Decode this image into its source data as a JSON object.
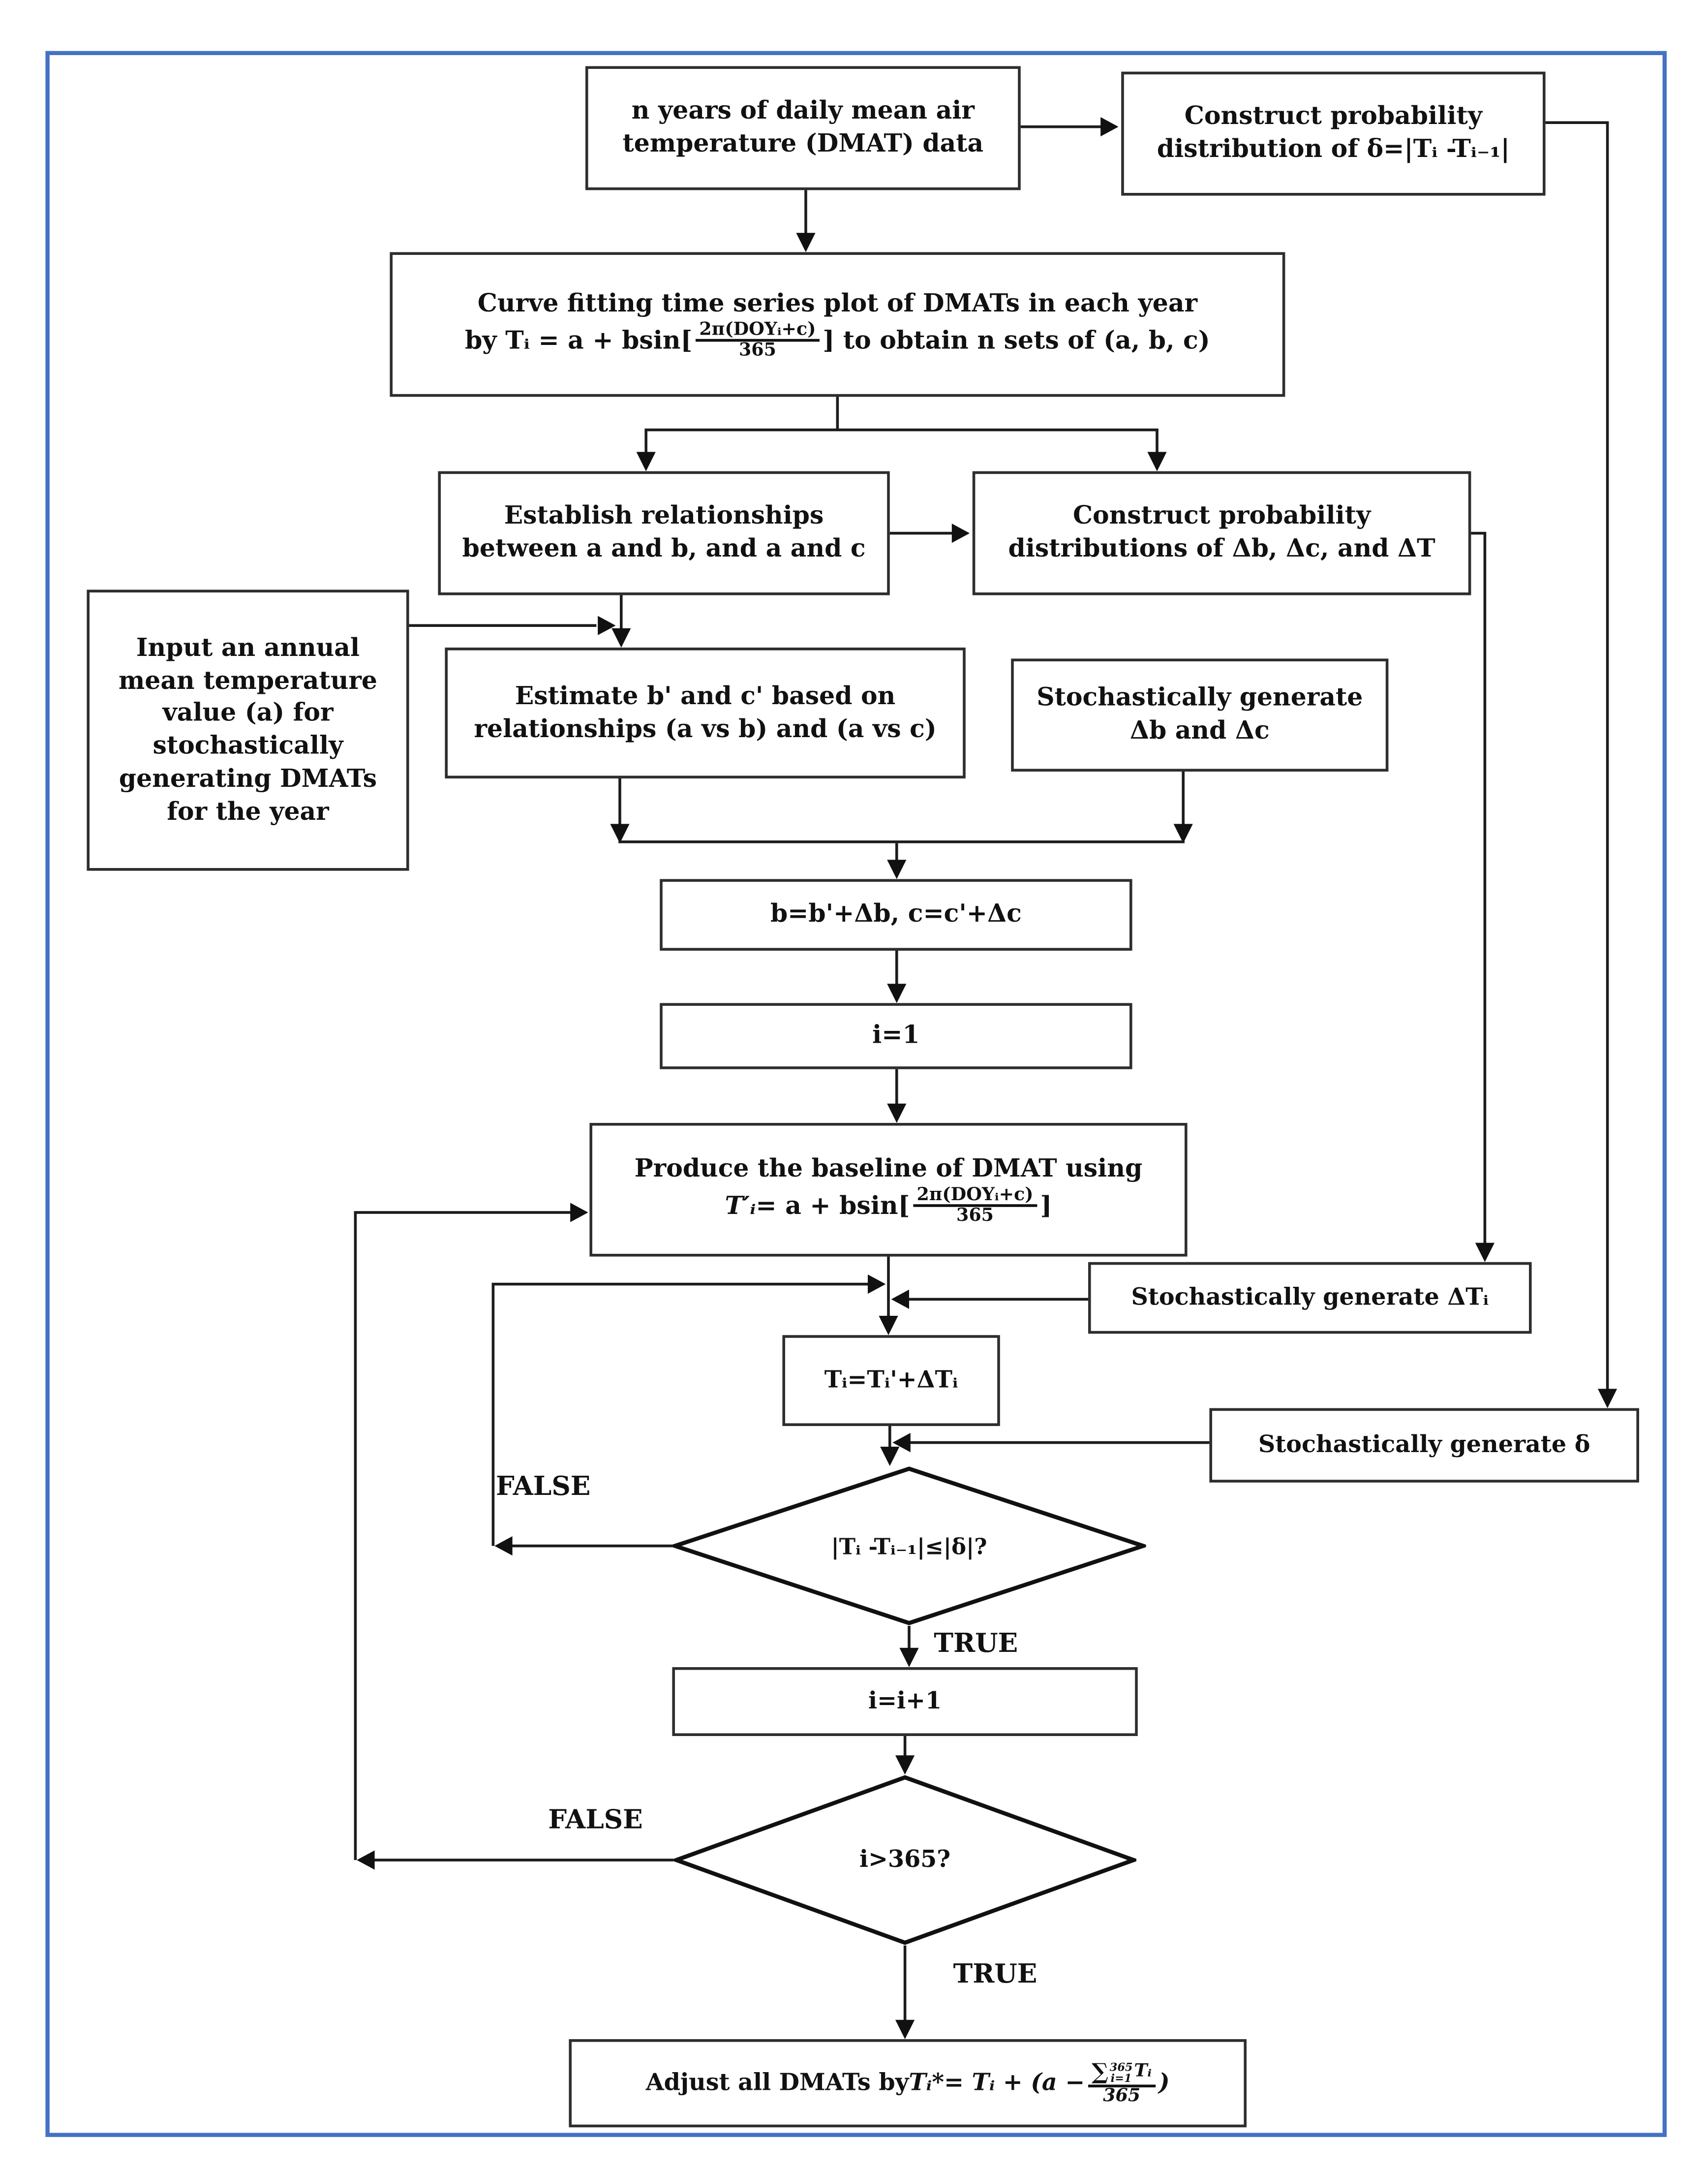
{
  "page": {
    "background": "#ffffff",
    "border_color": "#4472C4",
    "line_color": "#1c1c1c"
  },
  "flowchart": {
    "nodes": {
      "n_years": {
        "text": "n years of daily mean air temperature (DMAT) data"
      },
      "construct_delta": {
        "text": "Construct probability distribution of δ=|Tᵢ -Tᵢ₋₁|"
      },
      "curve_fitting": {
        "line1": "Curve fitting time series plot of DMATs in each year",
        "line2_pre": "by Tᵢ = a + bsin[",
        "frac_num": "2π(DOYᵢ+c)",
        "frac_den": "365",
        "line2_post": "] to obtain n sets of (a, b, c)"
      },
      "establish": {
        "text": "Establish relationships between a and b, and a and c"
      },
      "construct_dbdc": {
        "text": "Construct probability distributions of Δb,  Δc, and ΔT"
      },
      "input_annual": {
        "text": "Input an annual mean temperature value (a) for stochastically generating DMATs for the year"
      },
      "estimate": {
        "text": "Estimate b' and c'  based on relationships (a vs b) and (a vs c)"
      },
      "stoch_dbdc": {
        "text": "Stochastically generate Δb and Δc"
      },
      "assign_bc": {
        "text": "b=b'+Δb, c=c'+Δc"
      },
      "init_i": {
        "text": "i=1"
      },
      "produce_baseline": {
        "line1": "Produce the baseline of DMAT using",
        "t_var": "T′ᵢ",
        "line2_pre": " = a + bsin[",
        "frac_num": "2π(DOYᵢ+c)",
        "frac_den": "365",
        "line2_post": "]"
      },
      "stoch_dti": {
        "text": "Stochastically generate ΔTᵢ"
      },
      "assign_ti": {
        "text": "Tᵢ=Tᵢ'+ΔTᵢ"
      },
      "stoch_delta": {
        "text": "Stochastically generate δ"
      },
      "decision_delta": {
        "text": "|Tᵢ -Tᵢ₋₁|≤|δ|?"
      },
      "increment_i": {
        "text": "i=i+1"
      },
      "decision_365": {
        "text": "i>365?"
      },
      "adjust": {
        "lead": "Adjust all DMATs by ",
        "f_t": "Tᵢ*",
        "f_mid": " = Tᵢ + (a − ",
        "sum_sigma": "∑",
        "sum_sup": "365",
        "sum_sub": "i=1",
        "sum_var": "Tᵢ",
        "f_den": "365",
        "f_post": ")"
      }
    },
    "labels": {
      "false1": "FALSE",
      "true1": "TRUE",
      "false2": "FALSE",
      "true2": "TRUE"
    }
  }
}
